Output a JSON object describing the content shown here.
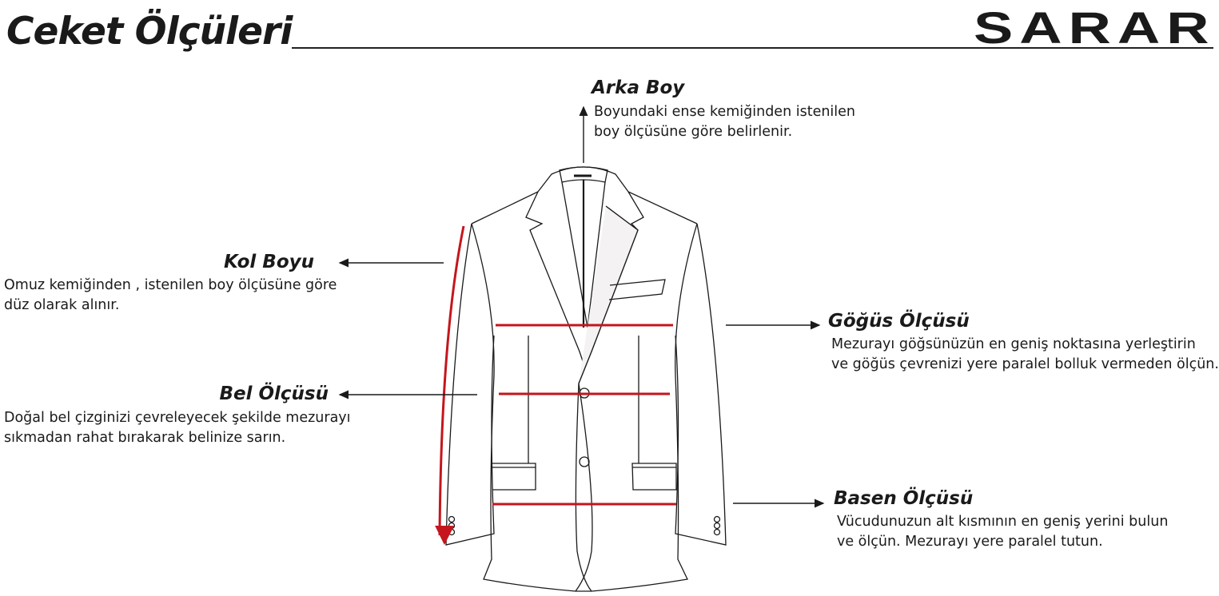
{
  "header": {
    "title": "Ceket Ölçüleri",
    "logo": "SARAR"
  },
  "colors": {
    "measure_line": "#c4161c",
    "ink": "#1a1a1a"
  },
  "measurements": {
    "arka_boy": {
      "title": "Arka Boy",
      "lines": [
        "Boyundaki ense kemiğinden istenilen",
        "boy ölçüsüne göre belirlenir."
      ]
    },
    "kol_boyu": {
      "title": "Kol Boyu",
      "lines": [
        "Omuz kemiğinden , istenilen boy ölçüsüne göre",
        "düz olarak alınır."
      ]
    },
    "bel": {
      "title": "Bel Ölçüsü",
      "lines": [
        "Doğal bel çizginizi çevreleyecek şekilde mezurayı",
        "sıkmadan rahat bırakarak belinize sarın."
      ]
    },
    "gogus": {
      "title": "Göğüs Ölçüsü",
      "lines": [
        "Mezurayı göğsünüzün en geniş noktasına yerleştirin",
        "ve göğüs çevrenizi yere paralel bolluk vermeden ölçün."
      ]
    },
    "basen": {
      "title": "Basen Ölçüsü",
      "lines": [
        "Vücudunuzun alt kısmının en geniş yerini bulun",
        "ve ölçün. Mezurayı yere paralel tutun."
      ]
    }
  }
}
